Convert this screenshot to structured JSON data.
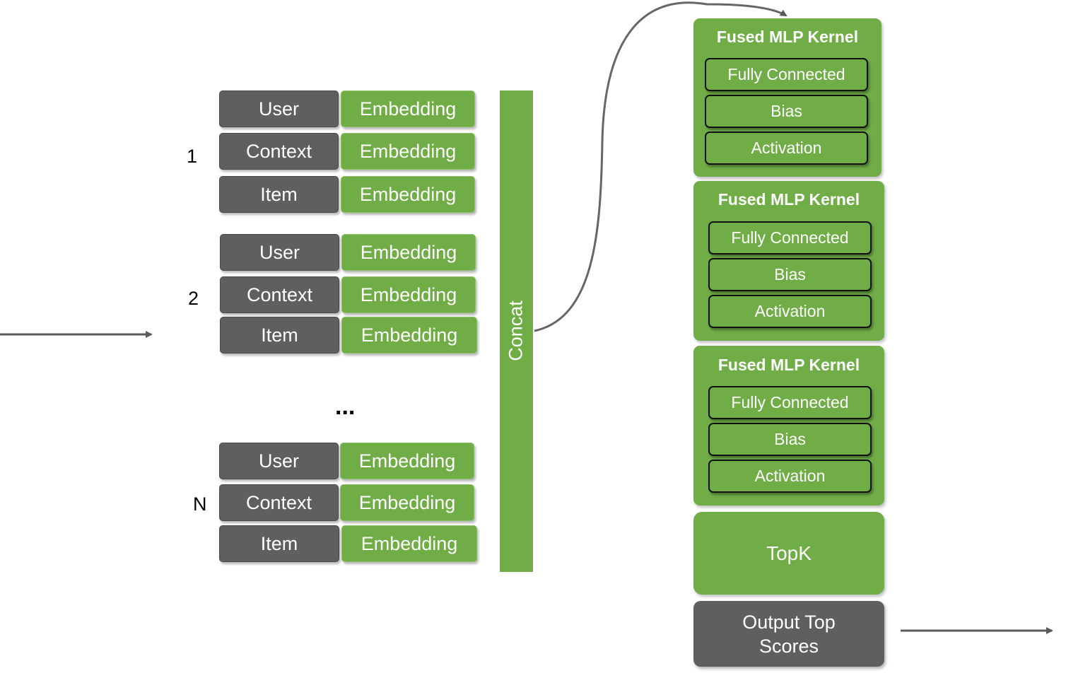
{
  "groups": [
    {
      "label": "1",
      "rows": [
        {
          "feature": "User",
          "embedding": "Embedding"
        },
        {
          "feature": "Context",
          "embedding": "Embedding"
        },
        {
          "feature": "Item",
          "embedding": "Embedding"
        }
      ]
    },
    {
      "label": "2",
      "rows": [
        {
          "feature": "User",
          "embedding": "Embedding"
        },
        {
          "feature": "Context",
          "embedding": "Embedding"
        },
        {
          "feature": "Item",
          "embedding": "Embedding"
        }
      ]
    },
    {
      "label": "N",
      "rows": [
        {
          "feature": "User",
          "embedding": "Embedding"
        },
        {
          "feature": "Context",
          "embedding": "Embedding"
        },
        {
          "feature": "Item",
          "embedding": "Embedding"
        }
      ]
    }
  ],
  "ellipsis": "...",
  "concat_label": "Concat",
  "kernels": [
    {
      "title": "Fused MLP Kernel",
      "ops": [
        "Fully Connected",
        "Bias",
        "Activation"
      ]
    },
    {
      "title": "Fused MLP Kernel",
      "ops": [
        "Fully Connected",
        "Bias",
        "Activation"
      ]
    },
    {
      "title": "Fused MLP Kernel",
      "ops": [
        "Fully Connected",
        "Bias",
        "Activation"
      ]
    }
  ],
  "topk_label": "TopK",
  "output_label": "Output Top Scores",
  "colors": {
    "green": "#70ad47",
    "gray": "#5f5f5f",
    "arrow": "#5a5a5a"
  }
}
